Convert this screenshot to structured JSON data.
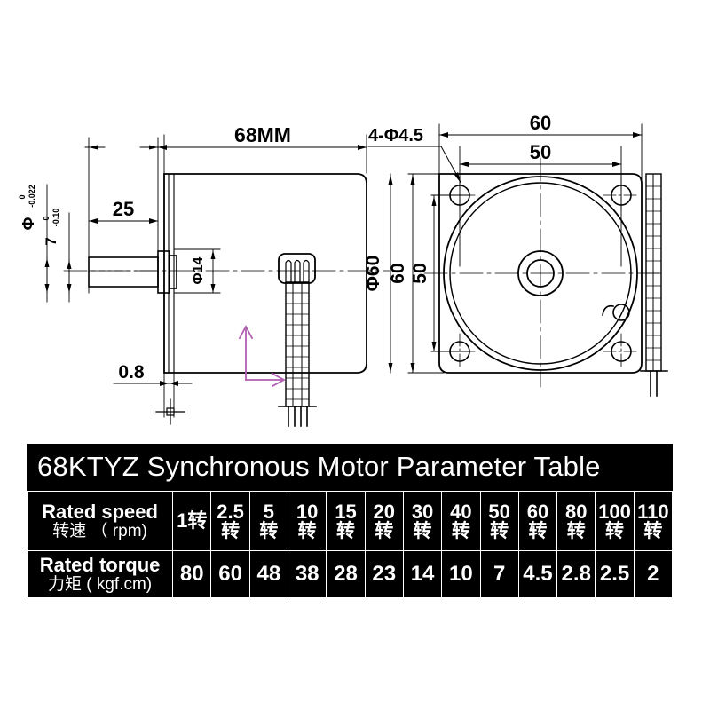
{
  "drawing": {
    "title_note": "",
    "left_view": {
      "overall_length": "68MM",
      "shaft_length": "25",
      "shaft_diameter_tolerance_upper": "0",
      "shaft_diameter_tolerance_lower": "-0.022",
      "shaft_diameter_symbol": "Φ",
      "flat_height": "7",
      "flat_tolerance_upper": "0",
      "flat_tolerance_lower": "-0.10",
      "boss_diameter": "Φ14",
      "plate_thickness": "0.8",
      "body_diameter": "Φ60"
    },
    "right_view": {
      "outer_width": "60",
      "bolt_pattern": "50",
      "hole_callout": "4-Φ4.5",
      "outer_height": "60",
      "bolt_pattern_vertical": "50"
    },
    "accent_color": "#b15fb1"
  },
  "table": {
    "title": "68KTYZ Synchronous Motor Parameter Table",
    "rows": {
      "speed": {
        "label_en": "Rated speed",
        "label_zh": "转速 （ rpm)"
      },
      "torque": {
        "label_en": "Rated torque",
        "label_zh": "力矩 ( kgf.cm)"
      }
    },
    "speed_unit_zh": "转",
    "columns": [
      {
        "speed": "1",
        "speed_inline": true,
        "torque": "80"
      },
      {
        "speed": "2.5",
        "speed_inline": false,
        "torque": "60"
      },
      {
        "speed": "5",
        "speed_inline": false,
        "torque": "48"
      },
      {
        "speed": "10",
        "speed_inline": false,
        "torque": "38"
      },
      {
        "speed": "15",
        "speed_inline": false,
        "torque": "28"
      },
      {
        "speed": "20",
        "speed_inline": false,
        "torque": "23"
      },
      {
        "speed": "30",
        "speed_inline": false,
        "torque": "14"
      },
      {
        "speed": "40",
        "speed_inline": false,
        "torque": "10"
      },
      {
        "speed": "50",
        "speed_inline": false,
        "torque": "7"
      },
      {
        "speed": "60",
        "speed_inline": false,
        "torque": "4.5"
      },
      {
        "speed": "80",
        "speed_inline": false,
        "torque": "2.8"
      },
      {
        "speed": "100",
        "speed_inline": false,
        "torque": "2.5"
      },
      {
        "speed": "110",
        "speed_inline": false,
        "torque": "2"
      }
    ]
  },
  "chart_data": {
    "type": "table",
    "title": "68KTYZ Synchronous Motor Parameter Table",
    "xlabel": "Rated speed (rpm)",
    "ylabel": "Rated torque (kgf.cm)",
    "categories": [
      "1",
      "2.5",
      "5",
      "10",
      "15",
      "20",
      "30",
      "40",
      "50",
      "60",
      "80",
      "100",
      "110"
    ],
    "series": [
      {
        "name": "Rated torque (kgf.cm)",
        "values": [
          80,
          60,
          48,
          38,
          28,
          23,
          14,
          10,
          7,
          4.5,
          2.8,
          2.5,
          2
        ]
      }
    ]
  }
}
